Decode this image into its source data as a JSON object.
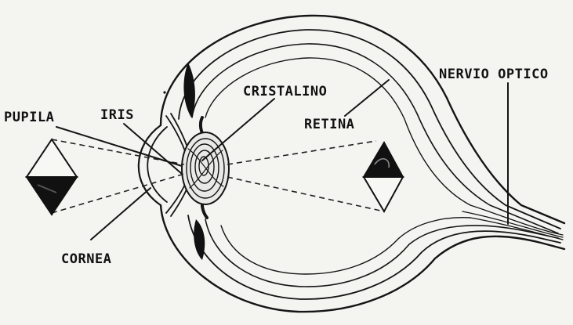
{
  "labels": {
    "pupila": "PUPILA",
    "iris": "IRIS",
    "cristalino": "CRISTALINO",
    "retina": "RETINA",
    "nervio_optico": "NERVIO OPTICO",
    "cornea": "CORNEA"
  }
}
